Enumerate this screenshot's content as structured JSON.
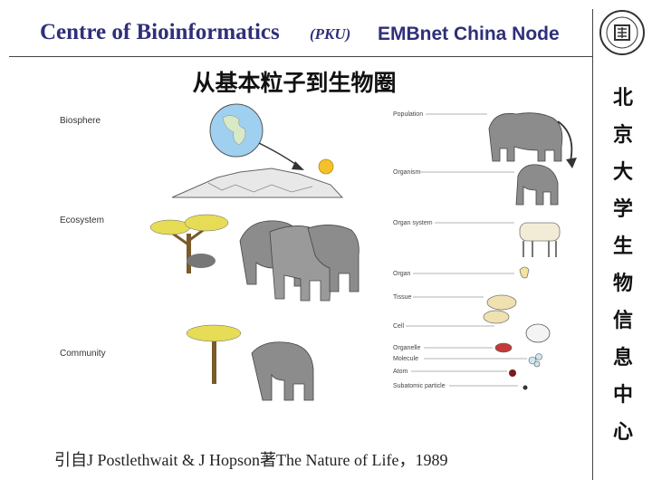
{
  "header": {
    "left_title": "Centre of Bioinformatics",
    "pku": "(PKU)",
    "right_title": "EMBnet China Node"
  },
  "page_title": "从基本粒子到生物圈",
  "side_text": [
    "北",
    "京",
    "大",
    "学",
    "生",
    "物",
    "信",
    "息",
    "中",
    "心"
  ],
  "figure": {
    "left_levels": [
      "Biosphere",
      "Ecosystem",
      "Community"
    ],
    "right_levels": [
      "Population",
      "Organism",
      "Organ system",
      "Organ",
      "Tissue",
      "Cell",
      "Organelle",
      "Molecule",
      "Atom",
      "Subatomic particle"
    ]
  },
  "citation": "引自J Postlethwait & J Hopson著The Nature of Life，1989",
  "colors": {
    "header_text": "#2f2f7a",
    "earth": "#9fd0ef",
    "sun": "#f3c12b",
    "tree_canopy": "#e6dc55",
    "elephant": "#8c8c8c"
  }
}
